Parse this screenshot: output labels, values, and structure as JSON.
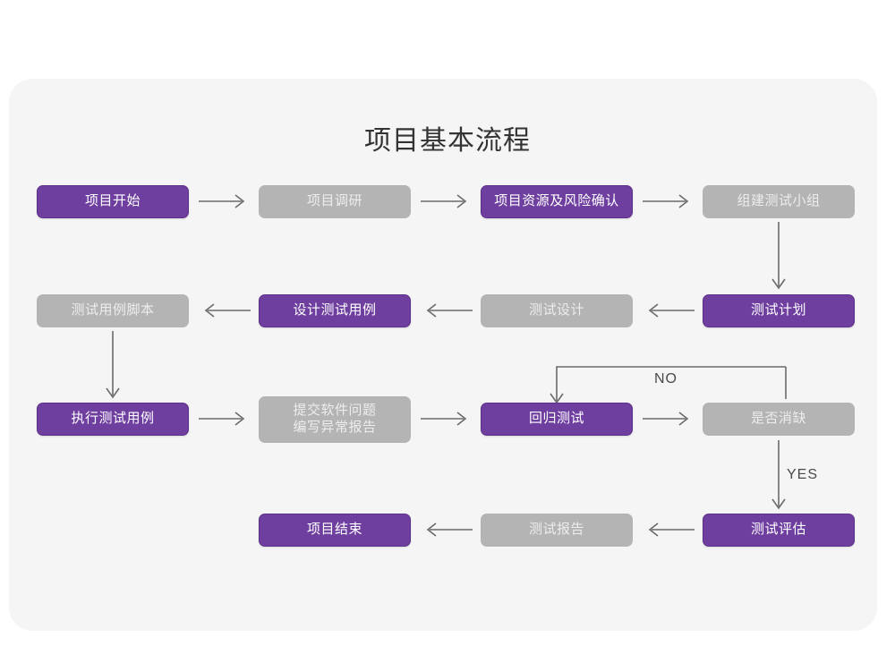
{
  "page": {
    "background_color": "#ffffff",
    "card_color": "#f5f5f5"
  },
  "header": {
    "title": "项目基本流程"
  },
  "theme": {
    "accent_purple": "#6f3fa0",
    "muted_gray": "#b4b4b4",
    "connector_gray": "#6b6b6b",
    "text_dark": "#333333"
  },
  "flowchart": {
    "type": "flowchart",
    "direction": "boustrophedon",
    "rows": [
      {
        "row_index": 1,
        "flow": "left-to-right",
        "nodes": [
          {
            "id": "n1",
            "label": "项目开始",
            "style": "purple"
          },
          {
            "id": "n2",
            "label": "项目调研",
            "style": "gray"
          },
          {
            "id": "n3",
            "label": "项目资源及风险确认",
            "style": "purple"
          },
          {
            "id": "n4",
            "label": "组建测试小组",
            "style": "gray"
          }
        ]
      },
      {
        "row_index": 2,
        "flow": "right-to-left",
        "nodes": [
          {
            "id": "n8",
            "label": "测试用例脚本",
            "style": "gray"
          },
          {
            "id": "n7",
            "label": "设计测试用例",
            "style": "purple"
          },
          {
            "id": "n6",
            "label": "测试设计",
            "style": "gray"
          },
          {
            "id": "n5",
            "label": "测试计划",
            "style": "purple"
          }
        ]
      },
      {
        "row_index": 3,
        "flow": "left-to-right",
        "nodes": [
          {
            "id": "n9",
            "label": "执行测试用例",
            "style": "purple"
          },
          {
            "id": "n10",
            "label": "提交软件问题\n编写异常报告",
            "style": "gray"
          },
          {
            "id": "n11",
            "label": "回归测试",
            "style": "purple"
          },
          {
            "id": "n12",
            "label": "是否消缺",
            "style": "gray"
          }
        ]
      },
      {
        "row_index": 4,
        "flow": "right-to-left",
        "nodes": [
          {
            "id": "n15",
            "label": "项目结束",
            "style": "purple"
          },
          {
            "id": "n14",
            "label": "测试报告",
            "style": "gray"
          },
          {
            "id": "n13",
            "label": "测试评估",
            "style": "purple"
          }
        ]
      }
    ],
    "edge_labels": {
      "no": "NO",
      "yes": "YES"
    }
  }
}
